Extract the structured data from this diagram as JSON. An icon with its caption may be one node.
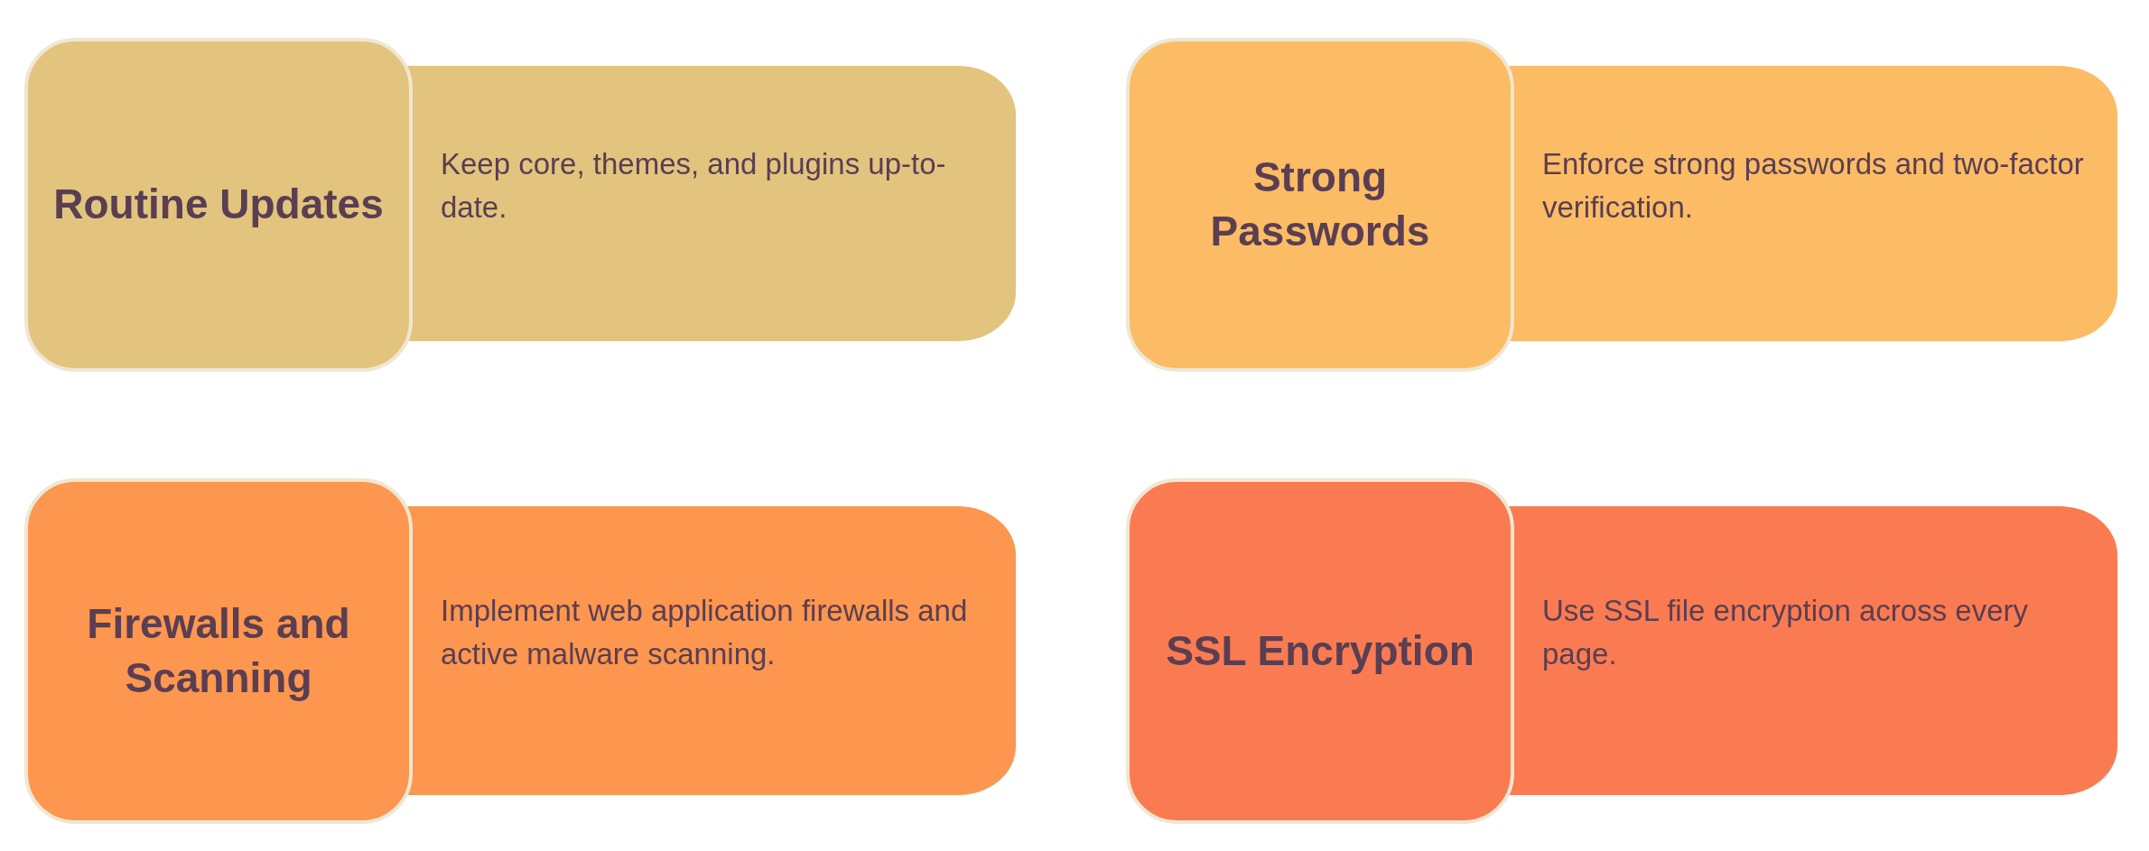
{
  "diagram": {
    "nodes": [
      {
        "text": [
          "Routine Updates"
        ]
      },
      {
        "text": [
          "Keep core, themes, and plugins up-to-date."
        ]
      },
      {
        "text": [
          "Strong Passwords"
        ]
      },
      {
        "text": [
          "Enforce strong passwords and two-factor verification."
        ]
      },
      {
        "text": [
          "Firewalls and Scanning"
        ]
      },
      {
        "text": [
          "Implement web application firewalls and active malware scanning."
        ]
      },
      {
        "text": [
          "SSL Encryption"
        ]
      },
      {
        "text": [
          "Use SSL file encryption across every page."
        ]
      }
    ]
  }
}
